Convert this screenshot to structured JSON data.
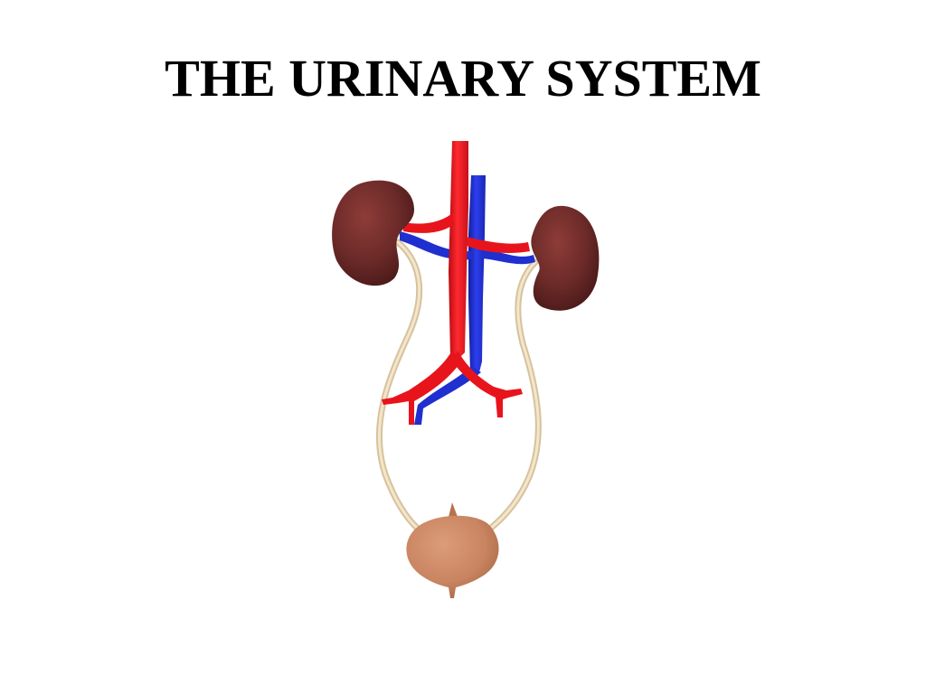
{
  "slide": {
    "title": "THE URINARY SYSTEM"
  },
  "illustration": {
    "parts": [
      "kidney",
      "kidney",
      "aorta",
      "vena cava",
      "renal arteries",
      "renal veins",
      "ureter",
      "ureter",
      "urinary bladder",
      "iliac arteries",
      "iliac veins"
    ],
    "colors": {
      "kidney": "#6b2a28",
      "artery": "#e8141c",
      "vein": "#1f2fd0",
      "ureter": "#ecdcbc",
      "bladder": "#c98460",
      "background": "#ffffff",
      "title": "#000000"
    }
  }
}
